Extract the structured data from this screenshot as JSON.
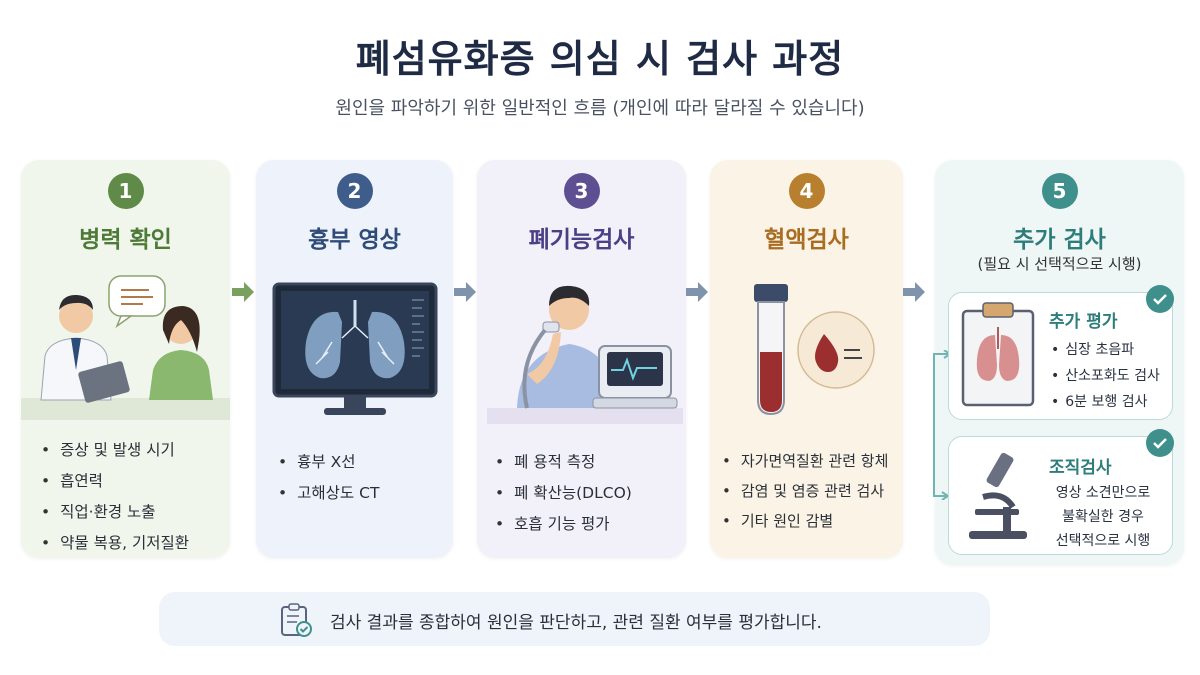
{
  "title": "폐섬유화증 의심 시 검사 과정",
  "subtitle": "원인을 파악하기 위한 일반적인 흐름 (개인에 따라 달라질 수 있습니다)",
  "steps": [
    {
      "number": "1",
      "title": "병력 확인",
      "items": [
        "증상 및 발생 시기",
        "흡연력",
        "직업·환경 노출",
        "약물 복용, 기저질환"
      ],
      "icon": "doctor-patient-consultation",
      "color": "#5f8a48"
    },
    {
      "number": "2",
      "title": "흉부 영상",
      "items": [
        "흉부 X선",
        "고해상도 CT"
      ],
      "icon": "monitor-lung-ct",
      "color": "#3f5d8a"
    },
    {
      "number": "3",
      "title": "폐기능검사",
      "items": [
        "폐 용적 측정",
        "폐 확산능(DLCO)",
        "호흡 기능 평가"
      ],
      "icon": "spirometry-test",
      "color": "#5e4f92"
    },
    {
      "number": "4",
      "title": "혈액검사",
      "items": [
        "자가면역질환 관련 항체",
        "감염 및 염증 관련 검사",
        "기타 원인 감별"
      ],
      "icon": "blood-tube",
      "color": "#b87f2e"
    },
    {
      "number": "5",
      "title": "추가 검사",
      "subtitle": "(필요 시 선택적으로 시행)",
      "color": "#3f8f8c",
      "extra": {
        "title": "추가 평가",
        "items": [
          "심장 초음파",
          "산소포화도 검사",
          "6분 보행 검사"
        ],
        "icon": "clipboard-lung"
      },
      "biopsy": {
        "title": "조직검사",
        "lines": [
          "영상 소견만으로",
          "불확실한 경우",
          "선택적으로 시행"
        ],
        "icon": "microscope"
      }
    }
  ],
  "footer": {
    "text": "검사 결과를 종합하여 원인을 판단하고, 관련 질환 여부를 평가합니다.",
    "icon": "checklist-clipboard"
  }
}
